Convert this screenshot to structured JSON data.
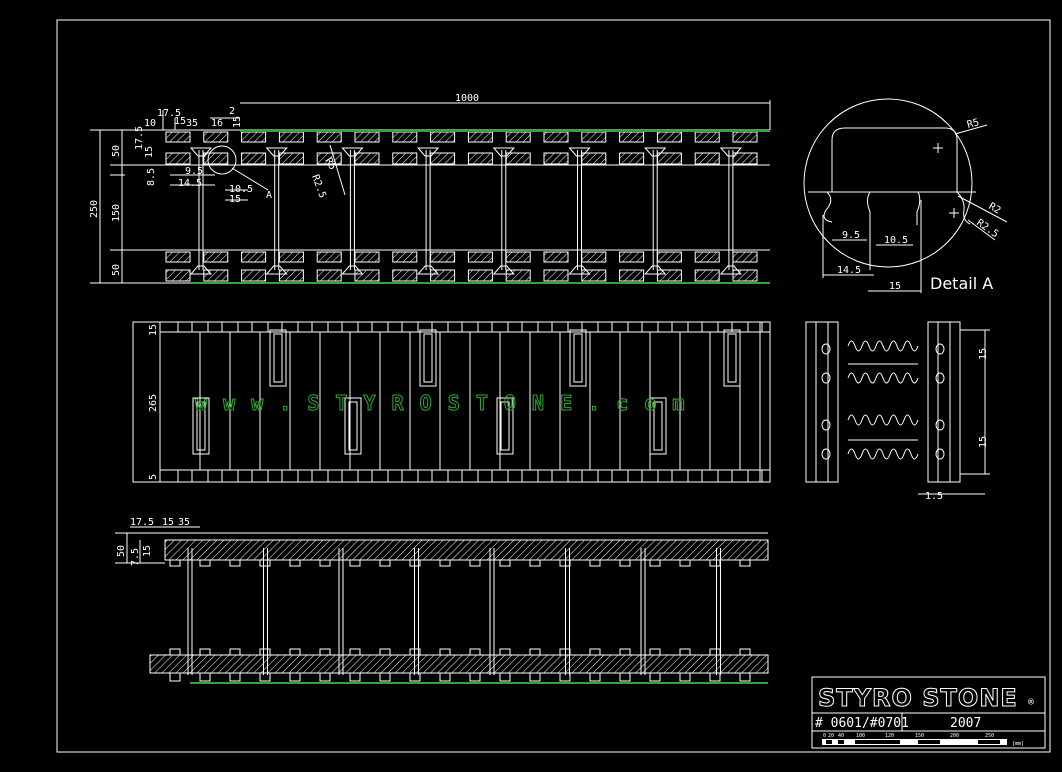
{
  "drawing": {
    "top_view": {
      "overall_length": "1000",
      "dims": [
        "17.5",
        "10",
        "15",
        "35",
        "16",
        "2",
        "15",
        "17.5",
        "15",
        "50",
        "150",
        "50",
        "250",
        "8.5",
        "9.5",
        "14.5",
        "10.5",
        "15",
        "A",
        "R5",
        "R2.5"
      ]
    },
    "detail": {
      "title": "Detail  A",
      "dims": [
        "R5",
        "R2",
        "R2.5",
        "9.5",
        "10.5",
        "14.5",
        "15"
      ]
    },
    "middle_view": {
      "dims": [
        "15",
        "265",
        "5"
      ],
      "watermark": "w w w . S T Y R O S T O N E . c o m"
    },
    "side_view": {
      "dims": [
        "15",
        "15",
        "1.5"
      ]
    },
    "bottom_view": {
      "dims": [
        "17.5",
        "15",
        "35",
        "50",
        "7.5",
        "15"
      ]
    }
  },
  "title_block": {
    "logo": "STYRO STONE",
    "registered_mark": "®",
    "drawing_number": "# 0601/#0701",
    "year": "2007",
    "scale_labels": [
      "0",
      "20",
      "40",
      "100",
      "120",
      "150",
      "200",
      "250"
    ],
    "scale_unit": "[mm]"
  }
}
